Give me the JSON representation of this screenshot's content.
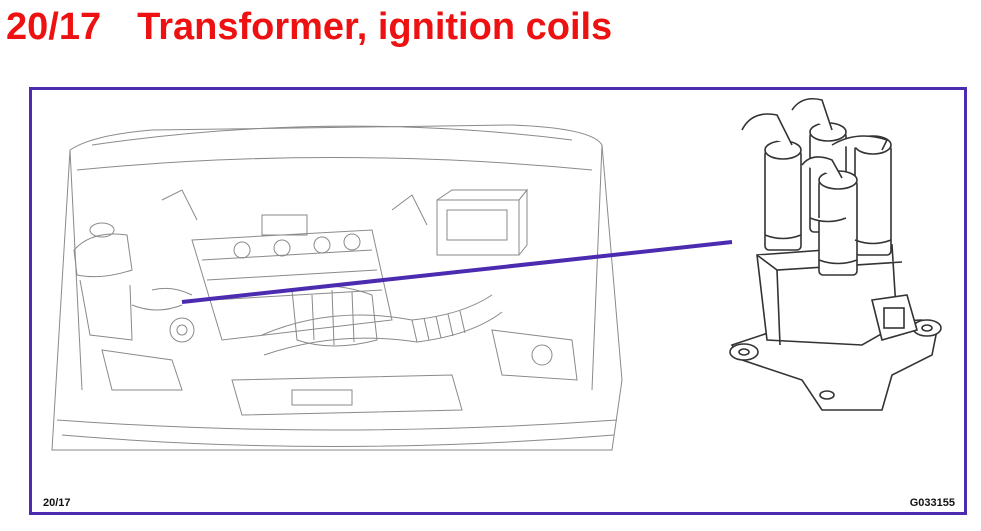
{
  "header": {
    "section_number": "20/17",
    "title": "Transformer, ignition coils"
  },
  "figure": {
    "figure_number": "20/17",
    "figure_code": "G033155"
  },
  "colors": {
    "title": "#ee1111",
    "frame": "#4b2bb0",
    "pointer_line": "#4b2bb0"
  }
}
